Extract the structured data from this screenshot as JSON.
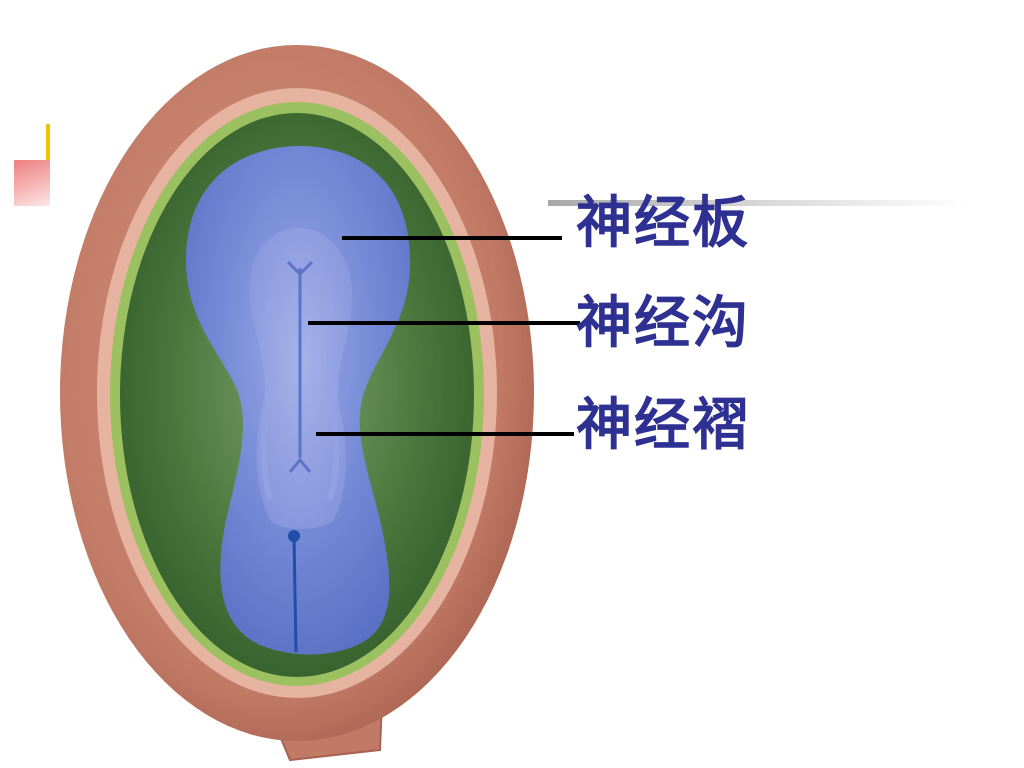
{
  "labels": {
    "neural_plate": "神经板",
    "neural_groove": "神经沟",
    "neural_fold": "神经褶"
  },
  "colors": {
    "label_text": "#2e3192",
    "outer_wall": "#c07a66",
    "inner_ring": "#e6b3a0",
    "green_ring": "#9bc060",
    "amnion_dark": "#3f6a34",
    "embryo_blue": "#6f86d2",
    "leader_line": "#000000",
    "accent_yellow": "#f2c200",
    "accent_pink": "#ee8080"
  }
}
